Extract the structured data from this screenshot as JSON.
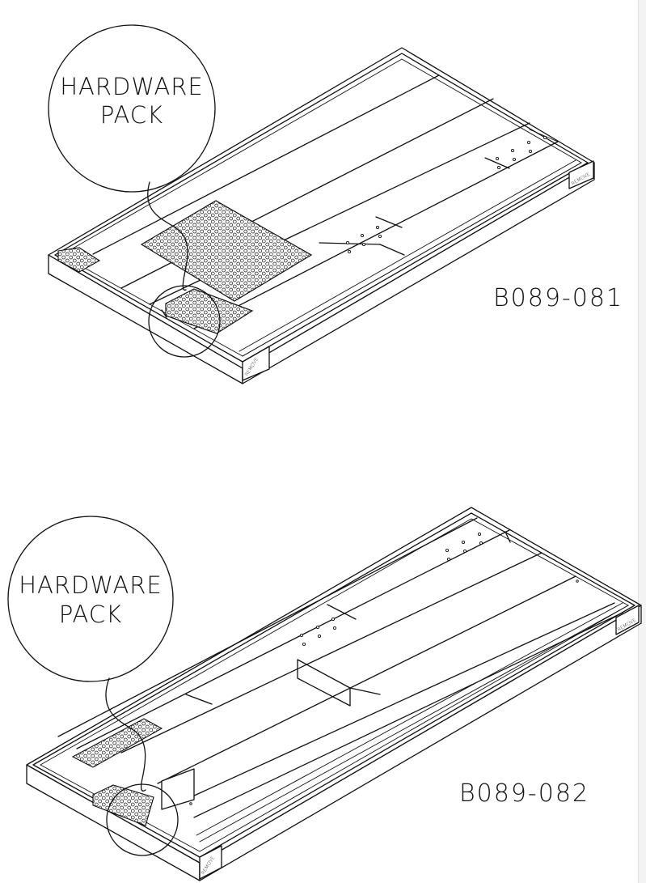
{
  "diagram_1": {
    "callout": {
      "line1": "HARDWARE",
      "line2": "PACK"
    },
    "part_number": "B089-081",
    "tags": [
      "REMOVE",
      "REMOVE"
    ]
  },
  "diagram_2": {
    "callout": {
      "line1": "HARDWARE",
      "line2": "PACK"
    },
    "part_number": "B089-082",
    "tags": [
      "REMOVE",
      "REMOVE"
    ]
  }
}
